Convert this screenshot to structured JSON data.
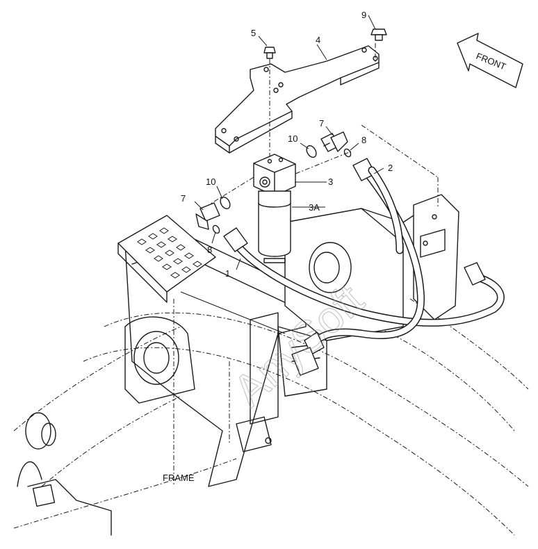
{
  "diagram": {
    "direction_label": "FRONT",
    "section_label": "FRAME",
    "watermark": "AnySoft",
    "callouts": [
      {
        "id": "c1",
        "text": "1"
      },
      {
        "id": "c2",
        "text": "2"
      },
      {
        "id": "c3",
        "text": "3"
      },
      {
        "id": "c3a",
        "text": "3A"
      },
      {
        "id": "c4",
        "text": "4"
      },
      {
        "id": "c5",
        "text": "5"
      },
      {
        "id": "c7a",
        "text": "7"
      },
      {
        "id": "c7b",
        "text": "7"
      },
      {
        "id": "c8a",
        "text": "8"
      },
      {
        "id": "c8b",
        "text": "8"
      },
      {
        "id": "c9",
        "text": "9"
      },
      {
        "id": "c10a",
        "text": "10"
      },
      {
        "id": "c10b",
        "text": "10"
      }
    ]
  }
}
